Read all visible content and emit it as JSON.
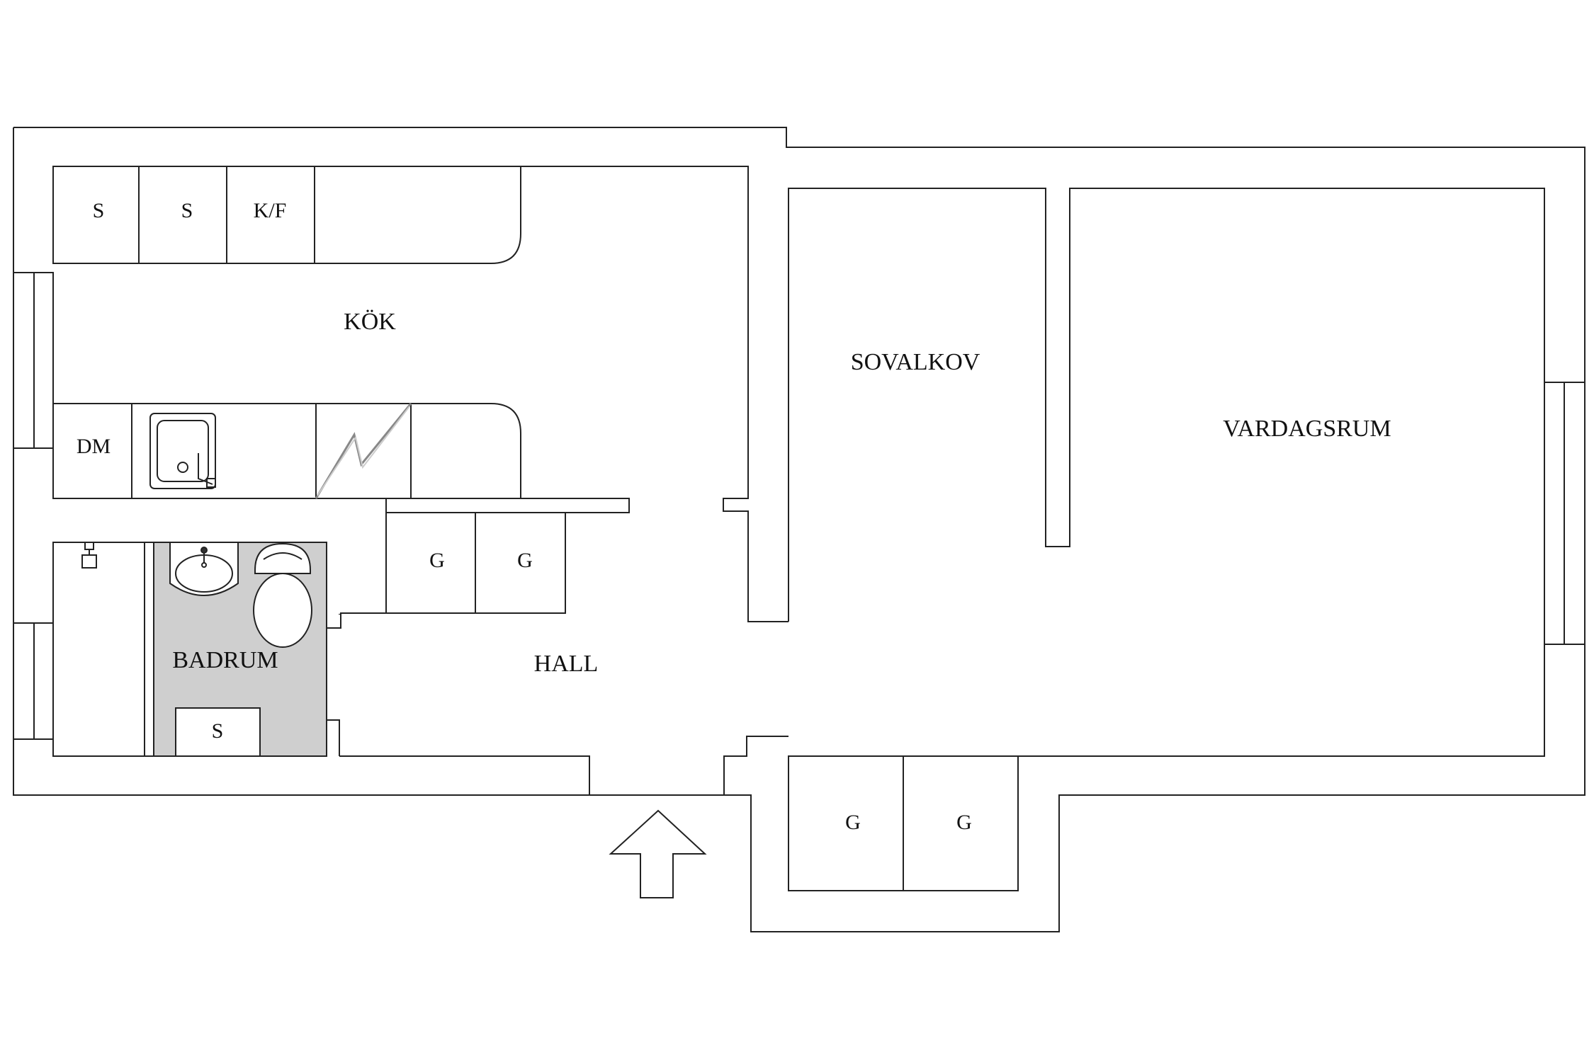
{
  "plan": {
    "rooms": {
      "kitchen": "KÖK",
      "alcove": "SOVALKOV",
      "living_room": "VARDAGSRUM",
      "bathroom": "BADRUM",
      "hall": "HALL"
    },
    "fixtures": {
      "kitchen_top_1": "S",
      "kitchen_top_2": "S",
      "kitchen_top_3": "K/F",
      "dishwasher": "DM",
      "hall_closet_1": "G",
      "hall_closet_2": "G",
      "bath_closet": "S",
      "lower_closet_1": "G",
      "lower_closet_2": "G"
    }
  },
  "colors": {
    "wall": "#222222",
    "bathroom_floor": "#cfcfcf",
    "background": "#ffffff"
  }
}
